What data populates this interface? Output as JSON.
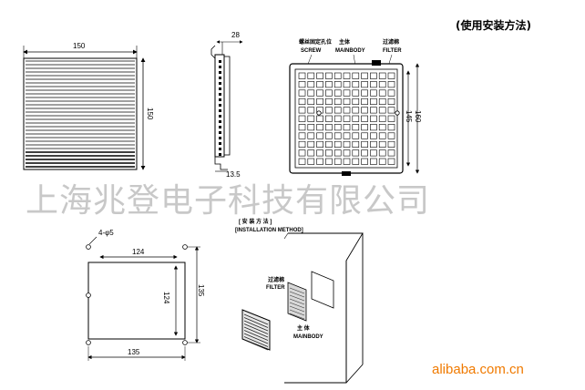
{
  "header": {
    "title": "(使用安装方法)"
  },
  "front_view": {
    "width_label": "150",
    "height_label": "150"
  },
  "side_view": {
    "depth_label": "28",
    "bottom_label": "13.5"
  },
  "main_view": {
    "screw_cn": "螺丝固定孔位",
    "screw_en": "SCREW",
    "mainbody_cn": "主体",
    "mainbody_en": "MAINBODY",
    "filter_cn": "过滤棉",
    "filter_en": "FILTER",
    "inner_label": "145",
    "outer_label": "160"
  },
  "cutout_view": {
    "hole_label": "4-φ5",
    "inner_w": "124",
    "inner_h": "124",
    "outer_w": "135",
    "outer_h": "135"
  },
  "installation": {
    "title_cn": "[ 安 装 方 法 ]",
    "title_en": "[INSTALLATION METHOD]",
    "filter_cn": "过滤棉",
    "filter_en": "FILTER",
    "mainbody_cn": "主 体",
    "mainbody_en": "MAINBODY"
  },
  "watermark": {
    "company": "上海兆登电子科技有限公司"
  },
  "footer": {
    "brand": "alibaba.com.cn"
  }
}
